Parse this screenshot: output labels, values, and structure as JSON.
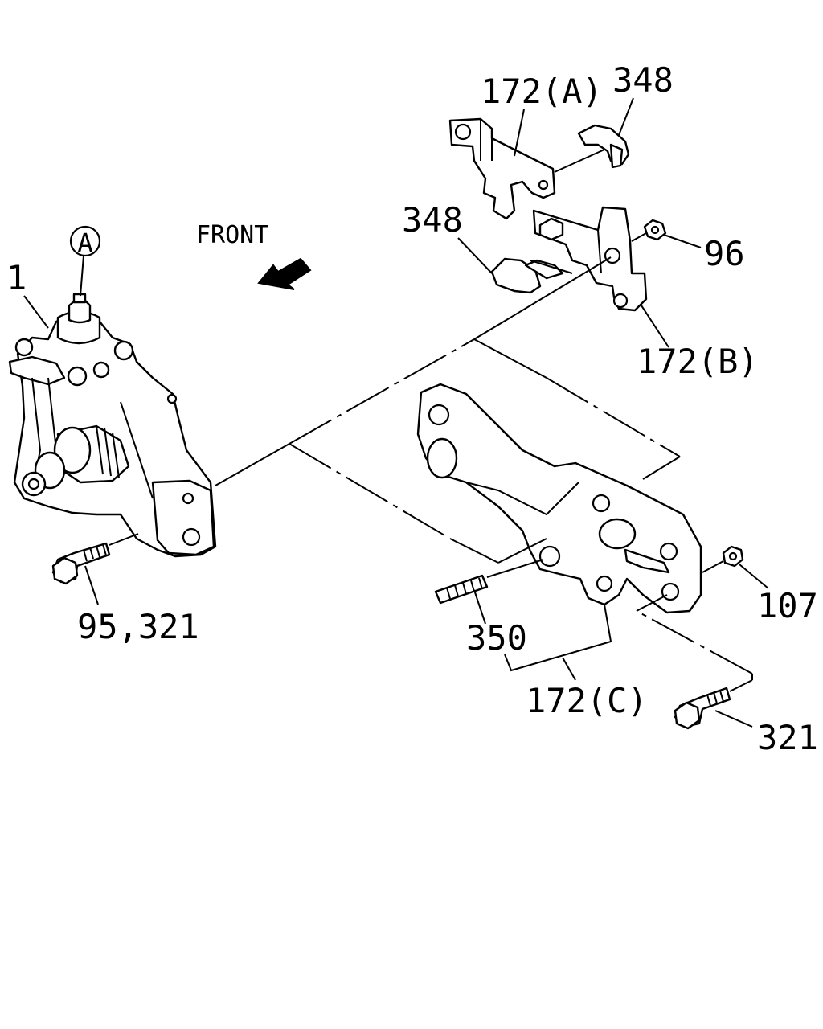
{
  "diagram": {
    "front_label": "FRONT",
    "circle_marker": "A",
    "callouts": {
      "gearbox": "1",
      "bracket_a": "172(A)",
      "clip_top": "348",
      "clip_left": "348",
      "nut_96": "96",
      "bracket_b": "172(B)",
      "bolt_left": "95,321",
      "stud": "350",
      "bracket_c": "172(C)",
      "nut_107": "107",
      "bolt_right": "321"
    },
    "icons": {
      "front_arrow": "front-direction-arrow-icon"
    }
  }
}
